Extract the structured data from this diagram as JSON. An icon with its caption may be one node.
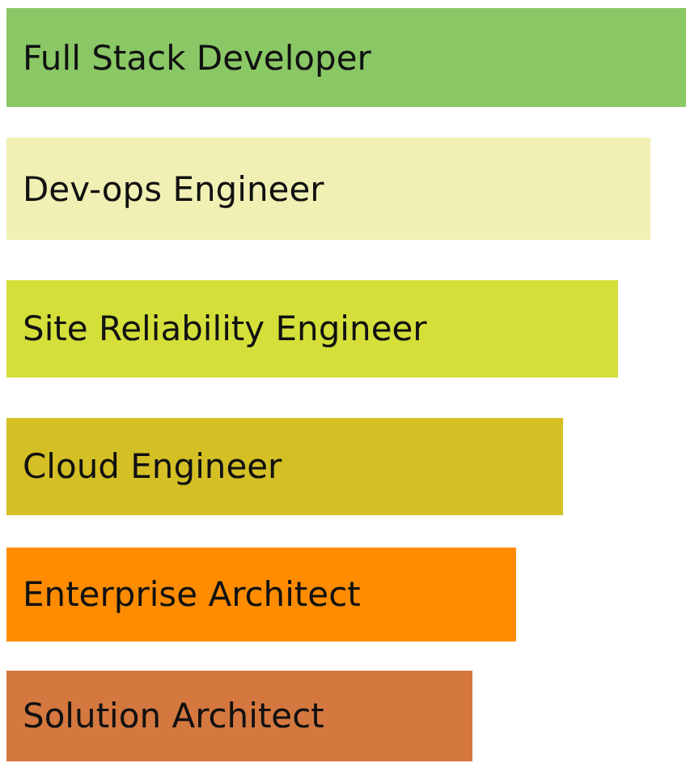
{
  "diagram": {
    "nodes": [
      {
        "text": [
          "Full Stack Developer"
        ]
      },
      {
        "text": [
          "Dev-ops Engineer"
        ]
      },
      {
        "text": [
          "Site Reliability Engineer"
        ]
      },
      {
        "text": [
          "Cloud Engineer"
        ]
      },
      {
        "text": [
          "Enterprise Architect"
        ]
      },
      {
        "text": [
          "Solution Architect"
        ]
      }
    ]
  }
}
